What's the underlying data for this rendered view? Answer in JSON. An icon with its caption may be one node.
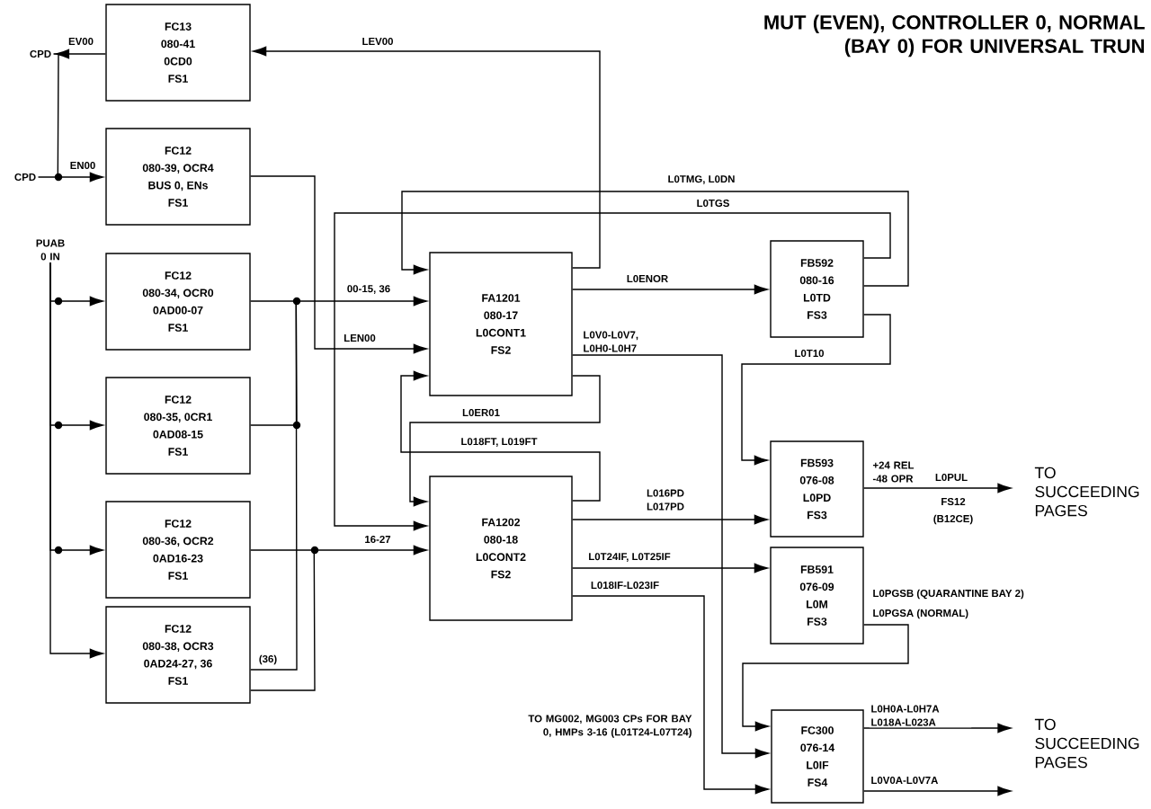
{
  "diagram": {
    "title": "MUT (EVEN), CONTROLLER 0, NORMAL (BAY 0) FOR UNIVERSAL TRUN",
    "nodes": [
      {
        "text": [
          "FC13",
          "080-41",
          "0CD0",
          "FS1"
        ]
      },
      {
        "text": [
          "FC12",
          "080-39, OCR4",
          "BUS 0, ENs",
          "FS1"
        ]
      },
      {
        "text": [
          "FC12",
          "080-34, OCR0",
          "0AD00-07",
          "FS1"
        ]
      },
      {
        "text": [
          "FC12",
          "080-35, 0CR1",
          "0AD08-15",
          "FS1"
        ]
      },
      {
        "text": [
          "FC12",
          "080-36, OCR2",
          "0AD16-23",
          "FS1"
        ]
      },
      {
        "text": [
          "FC12",
          "080-38, OCR3",
          "0AD24-27, 36",
          "FS1"
        ]
      },
      {
        "text": [
          "FA1201",
          "080-17",
          "L0CONT1",
          "FS2"
        ]
      },
      {
        "text": [
          "FA1202",
          "080-18",
          "L0CONT2",
          "FS2"
        ]
      },
      {
        "text": [
          "FB592",
          "080-16",
          "L0TD",
          "FS3"
        ]
      },
      {
        "text": [
          "FB593",
          "076-08",
          "L0PD",
          "FS3"
        ]
      },
      {
        "text": [
          "FB591",
          "076-09",
          "L0M",
          "FS3"
        ]
      },
      {
        "text": [
          "FC300",
          "076-14",
          "L0IF",
          "FS4"
        ]
      },
      {
        "text": [
          "CPD"
        ]
      },
      {
        "text": [
          "CPD"
        ]
      },
      {
        "text": [
          "PUAB 0 IN"
        ]
      },
      {
        "text": [
          "TO SUCCEEDING PAGES"
        ]
      },
      {
        "text": [
          "TO SUCCEEDING PAGES"
        ]
      }
    ],
    "edges": [
      {
        "from": 0,
        "to": 12,
        "arrow": "to",
        "label": "EV00"
      },
      {
        "from": 13,
        "to": 1,
        "arrow": "to",
        "label": "EN00"
      },
      {
        "from": 12,
        "to": 1,
        "arrow": "to"
      },
      {
        "from": 6,
        "to": 0,
        "arrow": "to",
        "label": "LEV00"
      },
      {
        "from": 1,
        "to": 6,
        "arrow": "to",
        "label": "LEN00"
      },
      {
        "from": 2,
        "to": 6,
        "arrow": "to",
        "label": "00-15, 36"
      },
      {
        "from": 3,
        "to": 6,
        "arrow": "to"
      },
      {
        "from": 5,
        "to": 6,
        "arrow": "to",
        "label": "(36)"
      },
      {
        "from": 4,
        "to": 7,
        "arrow": "to",
        "label": "16-27"
      },
      {
        "from": 5,
        "to": 7,
        "arrow": "to"
      },
      {
        "from": 8,
        "to": 6,
        "arrow": "to",
        "label": "L0TMG, L0DN"
      },
      {
        "from": 8,
        "to": 7,
        "arrow": "to",
        "label": "L0TGS"
      },
      {
        "from": 6,
        "to": 8,
        "arrow": "to",
        "label": "L0ENOR"
      },
      {
        "from": 6,
        "to": 11,
        "arrow": "to",
        "label": "L0V0-L0V7, L0H0-L0H7"
      },
      {
        "from": 6,
        "to": 7,
        "arrow": "to",
        "label": "L0ER01"
      },
      {
        "from": 7,
        "to": 6,
        "arrow": "to",
        "label": "L018FT, L019FT"
      },
      {
        "from": 7,
        "to": 9,
        "arrow": "to",
        "label": "L016PD L017PD"
      },
      {
        "from": 7,
        "to": 10,
        "arrow": "to",
        "label": "L0T24IF, L0T25IF"
      },
      {
        "from": 7,
        "to": 11,
        "arrow": "to",
        "label": "L018IF-L023IF"
      },
      {
        "from": 8,
        "to": 9,
        "arrow": "to",
        "label": "L0T10"
      },
      {
        "from": 10,
        "to": 11,
        "arrow": "to",
        "label": "L0PGSA (NORMAL)"
      },
      {
        "from": 9,
        "to": 15,
        "arrow": "to",
        "label": "L0PUL"
      },
      {
        "from": 11,
        "to": 16,
        "arrow": "to",
        "label": "L0H0A-L0H7A L018A-L023A"
      },
      {
        "from": 11,
        "to": 16,
        "arrow": "to",
        "label": "L0V0A-L0V7A"
      },
      {
        "from": 14,
        "to": 2,
        "arrow": "to"
      },
      {
        "from": 14,
        "to": 3,
        "arrow": "to"
      },
      {
        "from": 14,
        "to": 4,
        "arrow": "to"
      },
      {
        "from": 14,
        "to": 5,
        "arrow": "to"
      }
    ],
    "labels": [
      "+24 REL -48 OPR",
      "FS12",
      "(B12CE)",
      "L0PGSB (QUARANTINE BAY 2)",
      "TO MG002, MG003 CPs FOR BAY 0, HMPs 3-16 (L01T24-L07T24)"
    ]
  }
}
